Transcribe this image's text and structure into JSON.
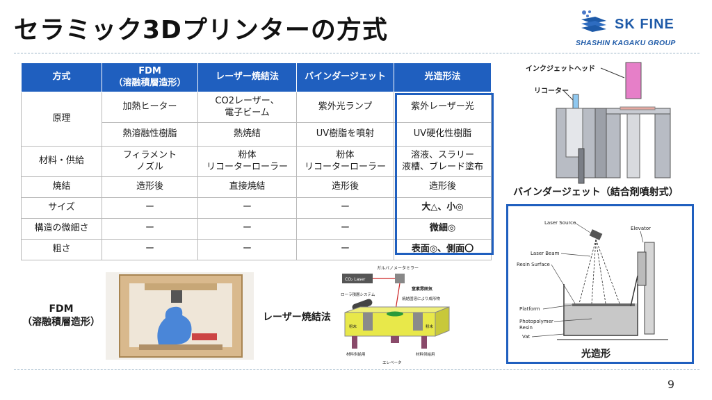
{
  "title": "セラミック3Dプリンターの方式",
  "logo": {
    "brand": "SK FINE",
    "group": "SHASHIN KAGAKU GROUP"
  },
  "table": {
    "headers": [
      "方式",
      "FDM\n（溶融積層造形）",
      "レーザー焼結法",
      "バインダージェット",
      "光造形法"
    ],
    "rows": [
      {
        "label": "原理",
        "cells": [
          "加熱ヒーター",
          "CO2レーザー、\n電子ビーム",
          "紫外光ランプ",
          "紫外レーザー光"
        ]
      },
      {
        "label": "",
        "cells": [
          "熱溶融性樹脂",
          "熱焼結",
          "UV樹脂を噴射",
          "UV硬化性樹脂"
        ]
      },
      {
        "label": "材料・供給",
        "cells": [
          "フィラメント\nノズル",
          "粉体\nリコーターローラー",
          "粉体\nリコーターローラー",
          "溶液、スラリー\n液槽、ブレード塗布"
        ]
      },
      {
        "label": "焼結",
        "cells": [
          "造形後",
          "直接焼結",
          "造形後",
          "造形後"
        ]
      },
      {
        "label": "サイズ",
        "cells": [
          "ー",
          "ー",
          "ー",
          "大△、小◎"
        ]
      },
      {
        "label": "構造の微細さ",
        "cells": [
          "ー",
          "ー",
          "ー",
          "微細◎"
        ]
      },
      {
        "label": "粗さ",
        "cells": [
          "ー",
          "ー",
          "ー",
          "表面◎、側面〇"
        ]
      }
    ]
  },
  "binder_jet": {
    "labels": {
      "inkjet_head": "インクジェットヘッド",
      "recoater": "リコーター"
    },
    "caption": "バインダージェット（結合剤噴射式）"
  },
  "sla": {
    "labels": {
      "laser_source": "Laser Source",
      "elevator": "Elevator",
      "laser_beam": "Laser Beam",
      "resin_surface": "Resin Surface",
      "platform": "Platform",
      "photopolymer": "Photopolymer\nResin",
      "vat": "Vat"
    },
    "caption": "光造形"
  },
  "fdm": {
    "label": "FDM\n（溶融積層造形）"
  },
  "laser": {
    "label": "レーザー焼結法",
    "diagram": {
      "galvano": "ガルバノメータミラー",
      "co2": "CO₂ Laser",
      "nitrogen": "窒素雰囲気",
      "roller": "ローラ積層システム",
      "sintered": "焼結固溶により成形物",
      "powder_left": "粉末",
      "powder_right": "粉末",
      "supply_left": "材料供給用",
      "elevator": "エレベータ",
      "supply_right": "材料供給用"
    }
  },
  "page_number": "9",
  "colors": {
    "header_blue": "#1f5fbf",
    "highlight": "#1f5fbf",
    "powder_yellow": "#e8e84a"
  }
}
